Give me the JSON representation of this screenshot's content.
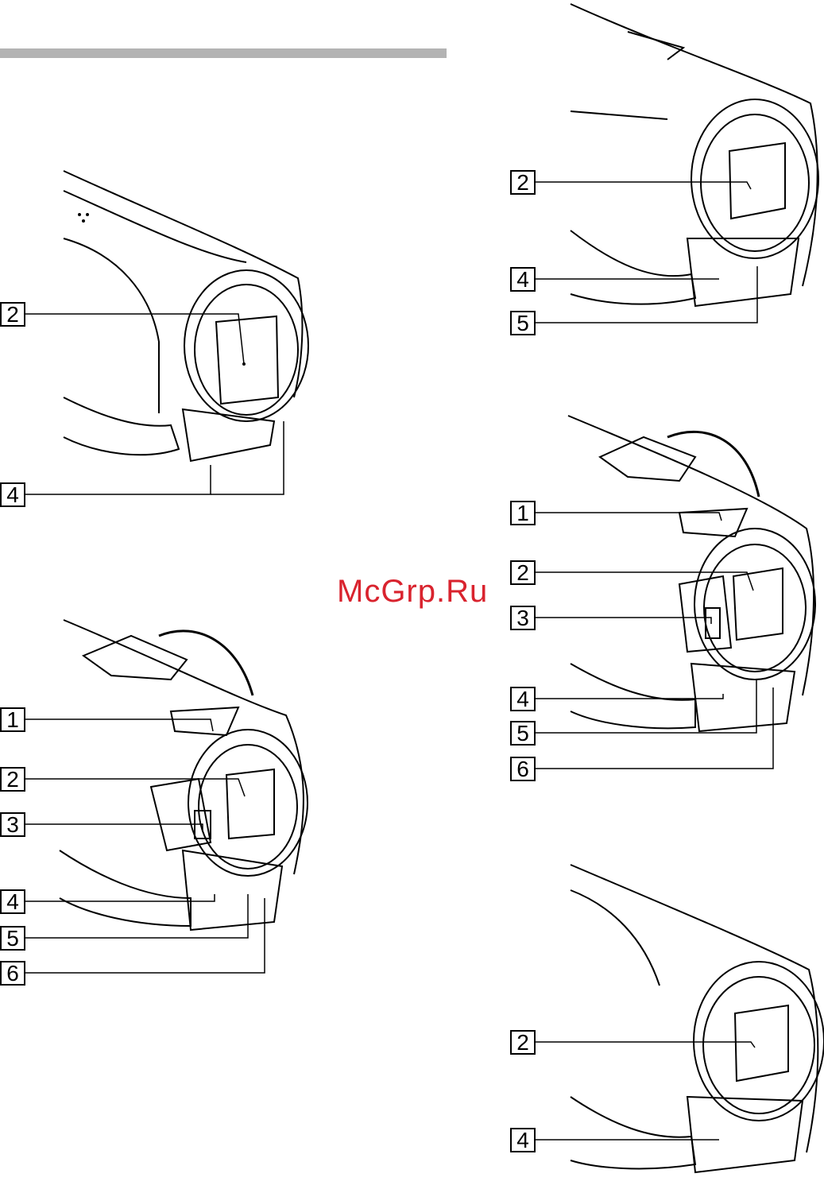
{
  "watermark": "McGrp.Ru",
  "figures": {
    "fig_left_top": {
      "callouts": [
        "2",
        "4"
      ]
    },
    "fig_left_bottom": {
      "callouts": [
        "1",
        "2",
        "3",
        "4",
        "5",
        "6"
      ]
    },
    "fig_right_top": {
      "callouts": [
        "2",
        "4",
        "5"
      ]
    },
    "fig_right_mid": {
      "callouts": [
        "1",
        "2",
        "3",
        "4",
        "5",
        "6"
      ]
    },
    "fig_right_bottom": {
      "callouts": [
        "2",
        "4"
      ]
    }
  },
  "colors": {
    "rule": "#b3b3b3",
    "watermark": "#d9232e",
    "ink": "#000000"
  }
}
